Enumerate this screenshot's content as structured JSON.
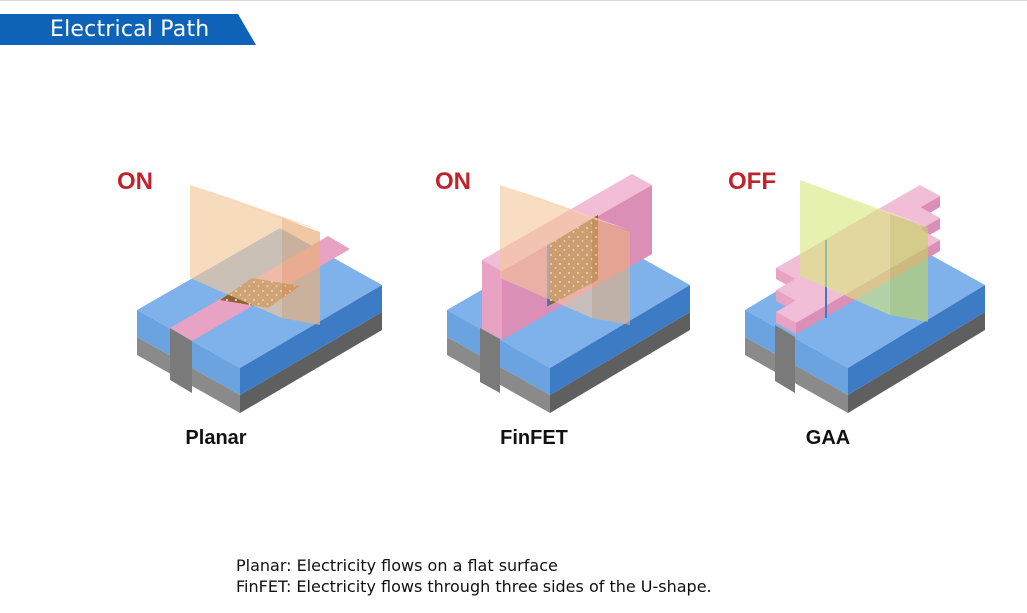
{
  "header": {
    "title": "Electrical Path"
  },
  "diagrams": [
    {
      "state": "ON",
      "label": "Planar"
    },
    {
      "state": "ON",
      "label": "FinFET"
    },
    {
      "state": "OFF",
      "label": "GAA"
    }
  ],
  "captions": [
    "Planar: Electricity flows on a flat surface",
    "FinFET: Electricity flows through three sides of the U-shape."
  ],
  "colors": {
    "banner": "#0e63b8",
    "state_text": "#c0232c",
    "substrate_blue": "#6aa3e0",
    "source_drain_pink": "#e7a2c4",
    "gate_on_orange": "#f3c79a",
    "gate_off_green": "#d7e87a",
    "channel_brown": "#9a6c3a"
  }
}
